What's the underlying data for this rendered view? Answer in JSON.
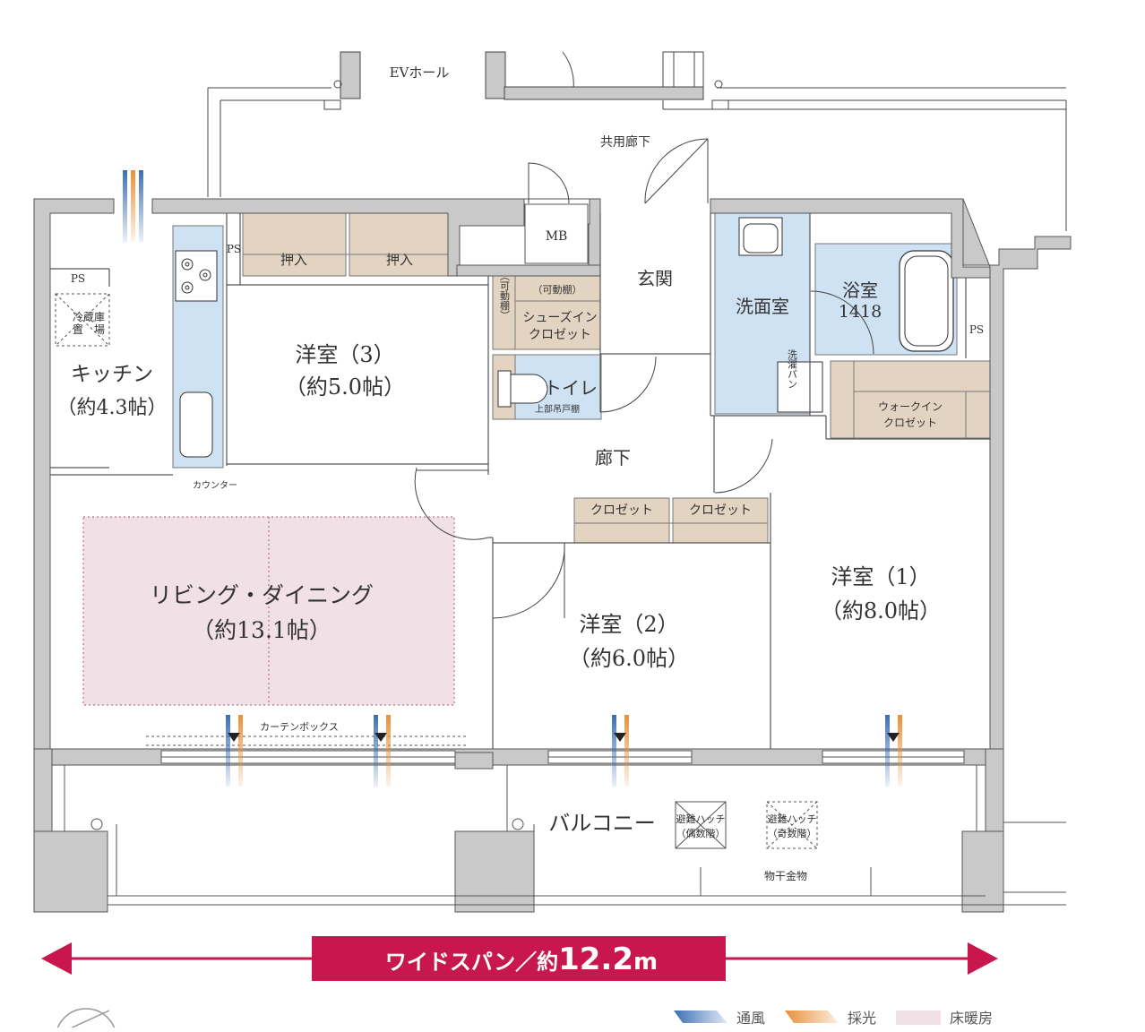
{
  "labels": {
    "ev_hall": "EVホール",
    "common_corridor": "共用廊下",
    "mb": "MB",
    "entrance": "玄関",
    "washroom": "洗面室",
    "bathroom": "浴室",
    "bath_size": "1418",
    "ps": "PS",
    "fridge_1": "冷蔵庫",
    "fridge_2": "置　場",
    "kitchen": "キッチン",
    "kitchen_size": "（約4.3帖）",
    "counter": "カウンター",
    "oshiire": "押入",
    "room3": "洋室（3）",
    "room3_size": "（約5.0帖）",
    "movable_shelf_top": "（可動棚）",
    "movable_shelf_side": "（可動棚）",
    "shoes_closet_1": "シューズイン",
    "shoes_closet_2": "クロゼット",
    "toilet": "トイレ",
    "upper_cabinet": "上部吊戸棚",
    "laundry_pan": "洗濯パン",
    "walkin_1": "ウォークイン",
    "walkin_2": "クロゼット",
    "hallway": "廊下",
    "closet": "クロゼット",
    "living": "リビング・ダイニング",
    "living_size": "（約13.1帖）",
    "room2": "洋室（2）",
    "room2_size": "（約6.0帖）",
    "room1": "洋室（1）",
    "room1_size": "（約8.0帖）",
    "curtain_box": "カーテンボックス",
    "balcony": "バルコニー",
    "hatch_even_1": "避難ハッチ",
    "hatch_even_2": "（偶数階）",
    "hatch_odd_1": "避難ハッチ",
    "hatch_odd_2": "（奇数階）",
    "clothes_hanger": "物干金物"
  },
  "banner": {
    "prefix": "ワイドスパン／約",
    "value": "12.2",
    "unit": "m"
  },
  "legend": {
    "ventilation": "通風",
    "daylight": "採光",
    "floor_heating": "床暖房"
  },
  "colors": {
    "wall": "#c9c9c9",
    "storage": "#e3d4c1",
    "water": "#cfe2f4",
    "floor_heating": "#f1e0e5",
    "accent": "#c8174f",
    "vent_blue": "#3c6fb4",
    "light_orange": "#e8913a"
  }
}
